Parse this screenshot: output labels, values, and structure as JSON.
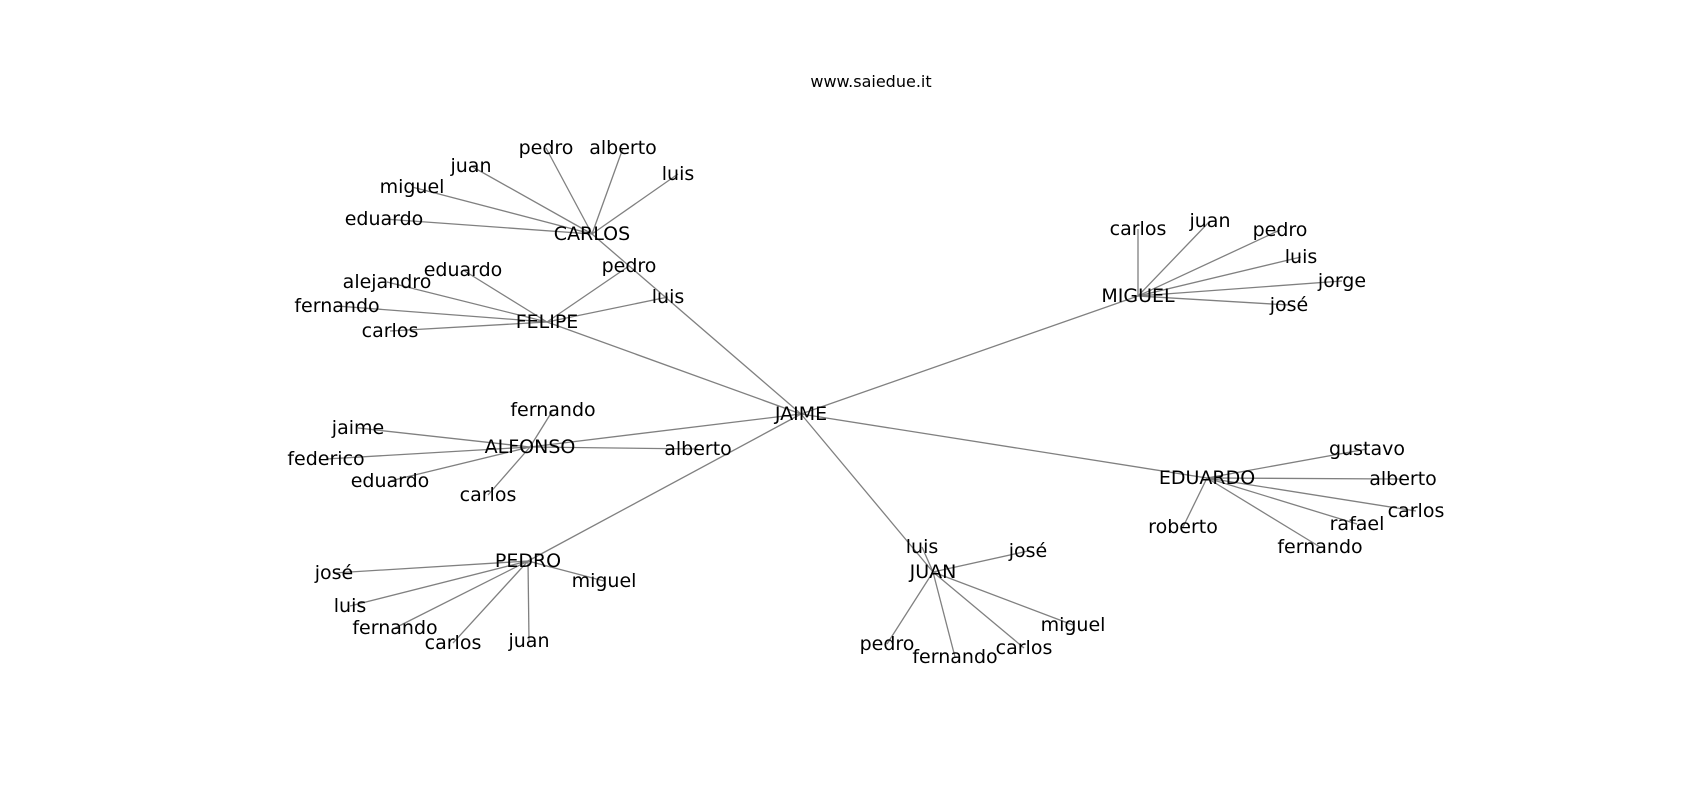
{
  "title": "www.saiedue.it",
  "root": "JAIME",
  "hubs": [
    {
      "name": "CARLOS",
      "children": [
        "eduardo",
        "miguel",
        "juan",
        "pedro",
        "alberto",
        "luis"
      ]
    },
    {
      "name": "FELIPE",
      "children": [
        "alejandro",
        "eduardo",
        "fernando",
        "carlos",
        "pedro",
        "luis"
      ]
    },
    {
      "name": "MIGUEL",
      "children": [
        "carlos",
        "juan",
        "pedro",
        "luis",
        "jorge",
        "josé"
      ]
    },
    {
      "name": "ALFONSO",
      "children": [
        "fernando",
        "jaime",
        "federico",
        "eduardo",
        "carlos",
        "alberto"
      ]
    },
    {
      "name": "EDUARDO",
      "children": [
        "gustavo",
        "alberto",
        "carlos",
        "rafael",
        "roberto",
        "fernando"
      ]
    },
    {
      "name": "PEDRO",
      "children": [
        "josé",
        "luis",
        "fernando",
        "carlos",
        "juan",
        "miguel"
      ]
    },
    {
      "name": "JUAN",
      "children": [
        "luis",
        "josé",
        "miguel",
        "carlos",
        "fernando",
        "pedro"
      ]
    }
  ]
}
